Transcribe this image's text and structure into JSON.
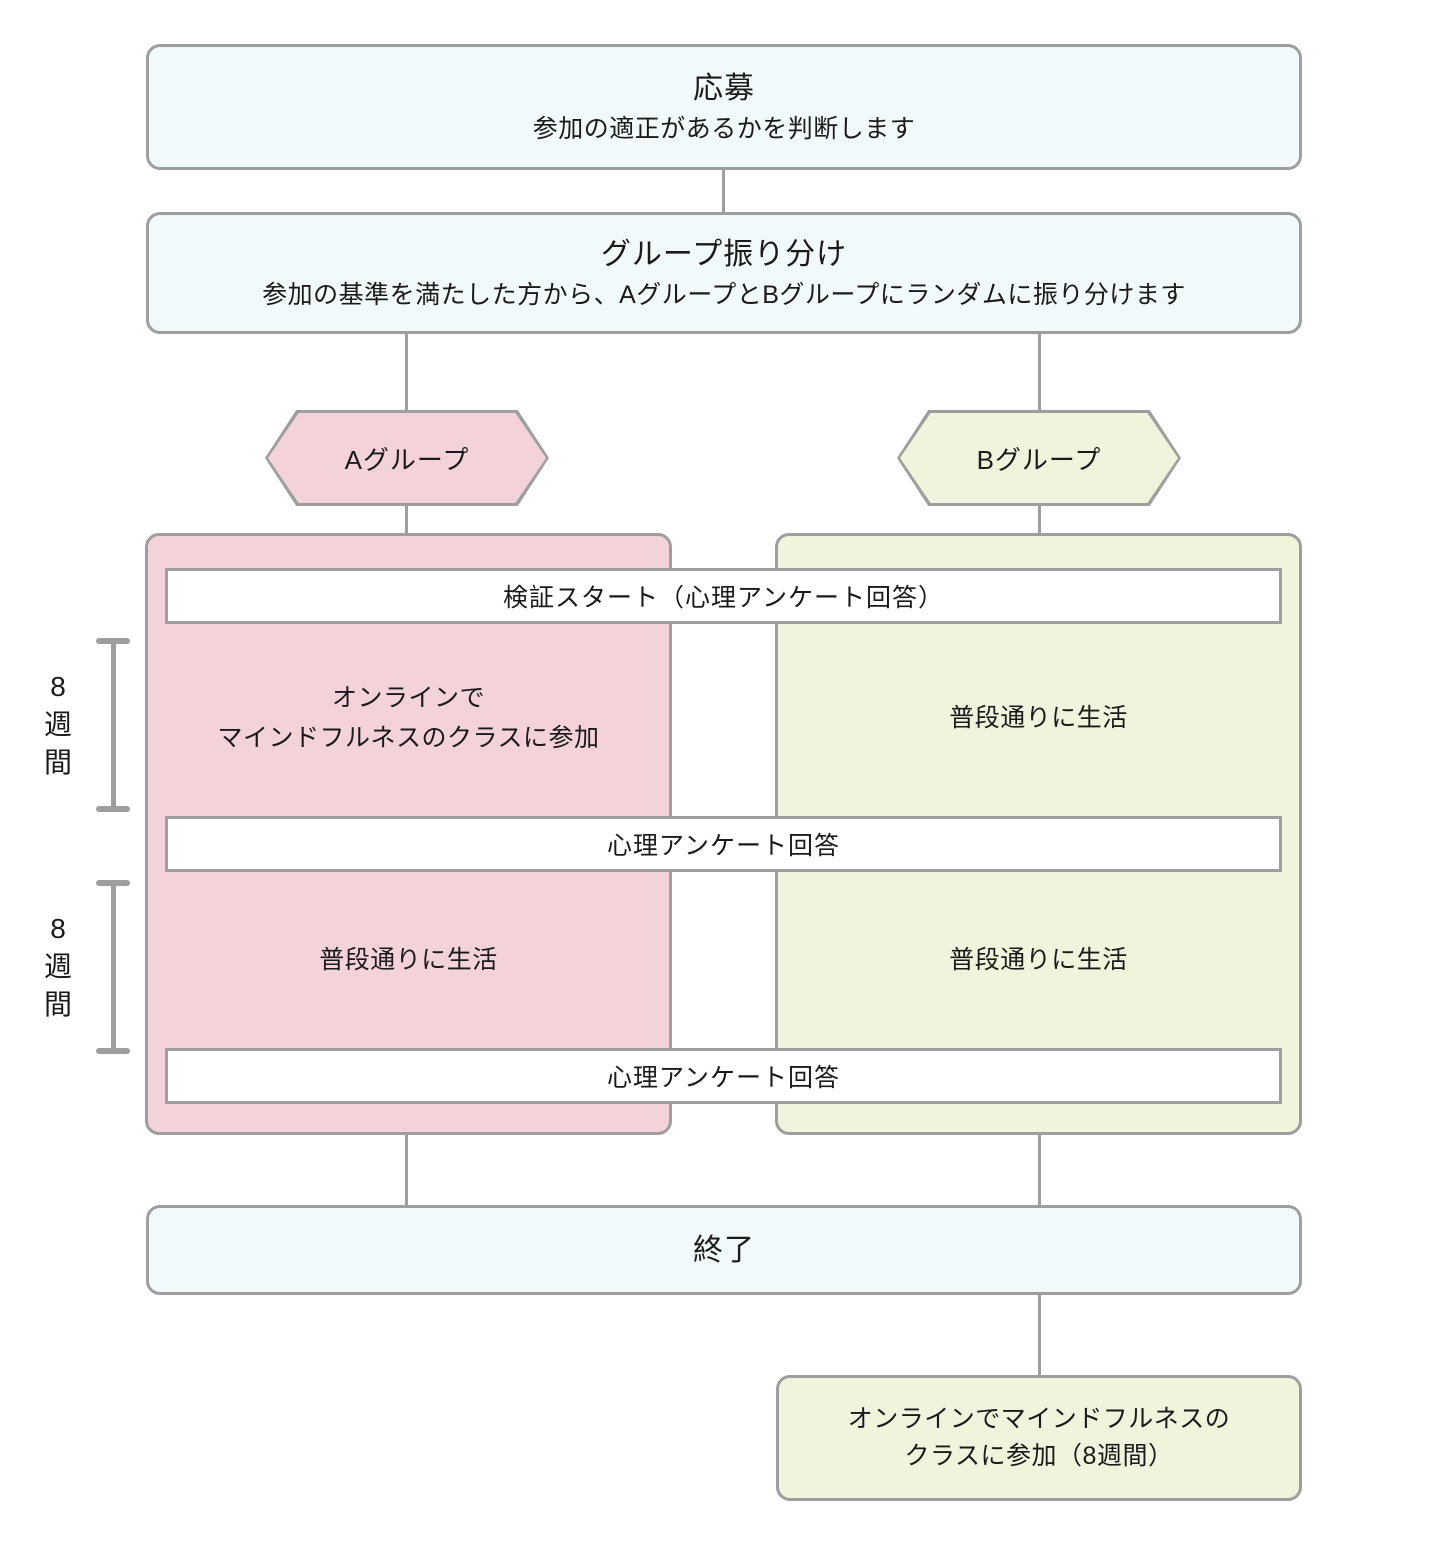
{
  "diagram": {
    "colors": {
      "border": "#9e9e9e",
      "blue_fill": "#f2f9fb",
      "pink_fill": "#f3d3d9",
      "green_fill": "#eff4dd",
      "bar_fill": "#ffffff",
      "text": "#1a1a1a"
    },
    "nodes": {
      "apply": {
        "title": "応募",
        "sub": "参加の適正があるかを判断します"
      },
      "allocation": {
        "title": "グループ振り分け",
        "sub": "参加の基準を満たした方から、AグループとBグループにランダムに振り分けます"
      },
      "group_a": {
        "label": "Aグループ"
      },
      "group_b": {
        "label": "Bグループ"
      },
      "end": {
        "title": "終了"
      },
      "followup": {
        "line1": "オンラインでマインドフルネスの",
        "line2": "クラスに参加（8週間）"
      }
    },
    "bars": {
      "start": "検証スタート（心理アンケート回答）",
      "mid": "心理アンケート回答",
      "final": "心理アンケート回答"
    },
    "group_a_phases": {
      "phase1_line1": "オンラインで",
      "phase1_line2": "マインドフルネスのクラスに参加",
      "phase2": "普段通りに生活"
    },
    "group_b_phases": {
      "phase1": "普段通りに生活",
      "phase2": "普段通りに生活"
    },
    "durations": {
      "first": {
        "num": "8",
        "unit_1": "週",
        "unit_2": "間"
      },
      "second": {
        "num": "8",
        "unit_1": "週",
        "unit_2": "間"
      }
    }
  }
}
